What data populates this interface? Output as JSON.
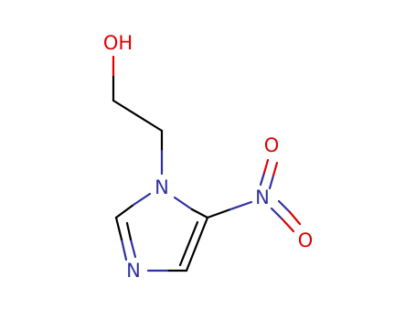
{
  "molecule": {
    "atoms": {
      "hydroxyl": {
        "label": "OH",
        "element": "O"
      },
      "ring_n1": {
        "label": "N",
        "element": "N"
      },
      "ring_n3": {
        "label": "N",
        "element": "N"
      },
      "nitro_n": {
        "label": "N",
        "element": "N"
      },
      "nitro_o_upper": {
        "label": "O",
        "element": "O"
      },
      "nitro_o_lower": {
        "label": "O",
        "element": "O"
      }
    },
    "colors": {
      "carbon_bond": "#000000",
      "nitrogen": "#3030a0",
      "oxygen": "#e00000"
    }
  }
}
